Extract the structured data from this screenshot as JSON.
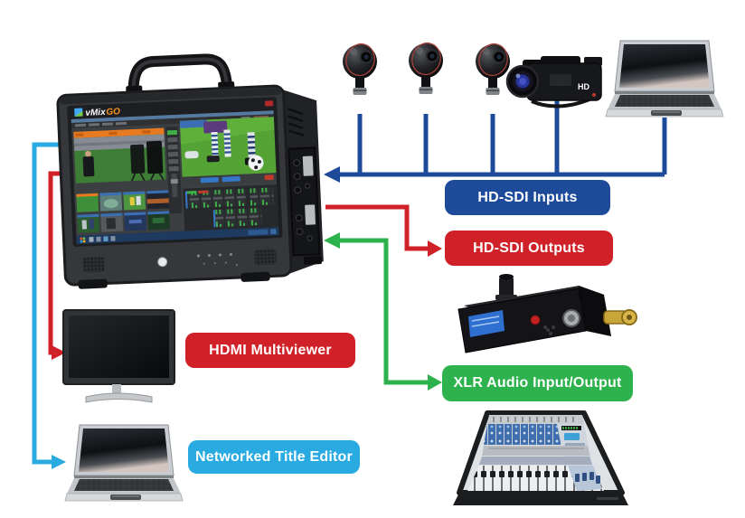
{
  "colors": {
    "sdi_blue": "#1D4B9A",
    "output_red": "#CF2127",
    "audio_green": "#2EB24D",
    "network_cyan": "#29ABE2",
    "background": "#FFFFFF"
  },
  "unit": {
    "brand": "vMix",
    "model": "GO"
  },
  "camcorder": {
    "badge": "HD"
  },
  "labels": {
    "hd_sdi_inputs": "HD-SDI Inputs",
    "hd_sdi_outputs": "HD-SDI Outputs",
    "hdmi_multiviewer": "HDMI Multiviewer",
    "xlr_audio": "XLR Audio Input/Output",
    "networked_title_editor": "Networked Title Editor"
  },
  "devices": [
    {
      "id": "vmix-go-unit"
    },
    {
      "id": "ptz-camera-1"
    },
    {
      "id": "ptz-camera-2"
    },
    {
      "id": "ptz-camera-3"
    },
    {
      "id": "camcorder"
    },
    {
      "id": "laptop-source"
    },
    {
      "id": "hdmi-monitor"
    },
    {
      "id": "laptop-title-editor"
    },
    {
      "id": "audio-converter"
    },
    {
      "id": "audio-mixer"
    }
  ],
  "connections": [
    {
      "id": "hd-sdi-input-bus",
      "color": "#1D4B9A",
      "sources": [
        "ptz-camera-1",
        "ptz-camera-2",
        "ptz-camera-3",
        "camcorder",
        "laptop-source"
      ],
      "target": "vmix-go-unit",
      "label": "HD-SDI Inputs",
      "direction": "into-unit"
    },
    {
      "id": "hd-sdi-output",
      "color": "#CF2127",
      "source": "vmix-go-unit",
      "target": "hd-sdi-outputs-label",
      "direction": "out-of-unit"
    },
    {
      "id": "hdmi-multiviewer-out",
      "color": "#CF2127",
      "source": "vmix-go-unit",
      "target": "hdmi-monitor",
      "direction": "out-of-unit"
    },
    {
      "id": "xlr-audio-io",
      "color": "#2EB24D",
      "source": "vmix-go-unit",
      "target": "xlr-audio-label",
      "direction": "bidirectional"
    },
    {
      "id": "network-title-editor-link",
      "color": "#29ABE2",
      "source": "vmix-go-unit",
      "target": "laptop-title-editor",
      "direction": "out-of-unit"
    }
  ]
}
